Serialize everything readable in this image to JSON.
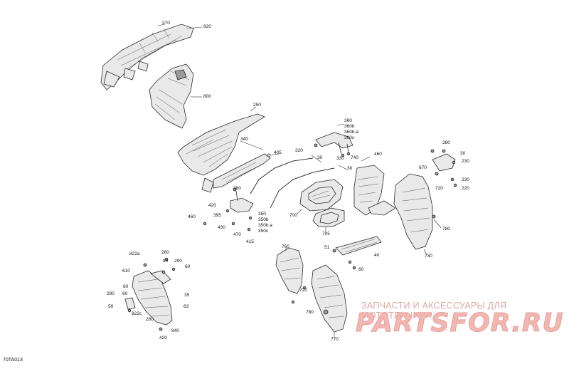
{
  "diagram": {
    "reference_code": "70TA013",
    "watermark": {
      "tagline": "ЗАПЧАСТИ И АКСЕССУАРЫ ДЛЯ МОТОТЕХНИКИ",
      "logo": "PARTSFOR.RU"
    },
    "callouts": {
      "c370": "370",
      "c820": "820",
      "c800": "800",
      "c250": "250",
      "c340": "340",
      "c405": "405",
      "c320": "320",
      "c30a": "30",
      "c330": "330",
      "c30b": "30",
      "c380": "380",
      "c420a": "420",
      "c395": "395",
      "c350": "350",
      "c350b": "350b",
      "c350ba": "350b.a",
      "c350c": "350c",
      "c460a": "460",
      "c430": "430",
      "c470": "470",
      "c415": "415",
      "c360": "360",
      "c360b": "360b",
      "c360ba": "360b.a",
      "c360c": "360c",
      "c740": "740",
      "c460b": "460",
      "c700": "700",
      "c705": "705",
      "c280a": "280",
      "c30c": "30",
      "c670": "670",
      "c230a": "230",
      "c230b": "230",
      "c220": "220",
      "c720a": "720",
      "c780a": "780",
      "c730": "730",
      "c51": "51",
      "c40": "40",
      "c60a": "60",
      "c760": "760",
      "c720b": "720",
      "c780b": "780",
      "c770": "770",
      "c822a": "822a",
      "c280b": "280",
      "c80": "80",
      "c290a": "290",
      "c610": "610",
      "c60b": "60",
      "c290b": "290",
      "c60c": "60",
      "c35": "35",
      "c50": "50",
      "c822c": "822c",
      "c280c": "280",
      "c63": "63",
      "c840": "840",
      "c420b": "420",
      "c60d": "60"
    }
  }
}
